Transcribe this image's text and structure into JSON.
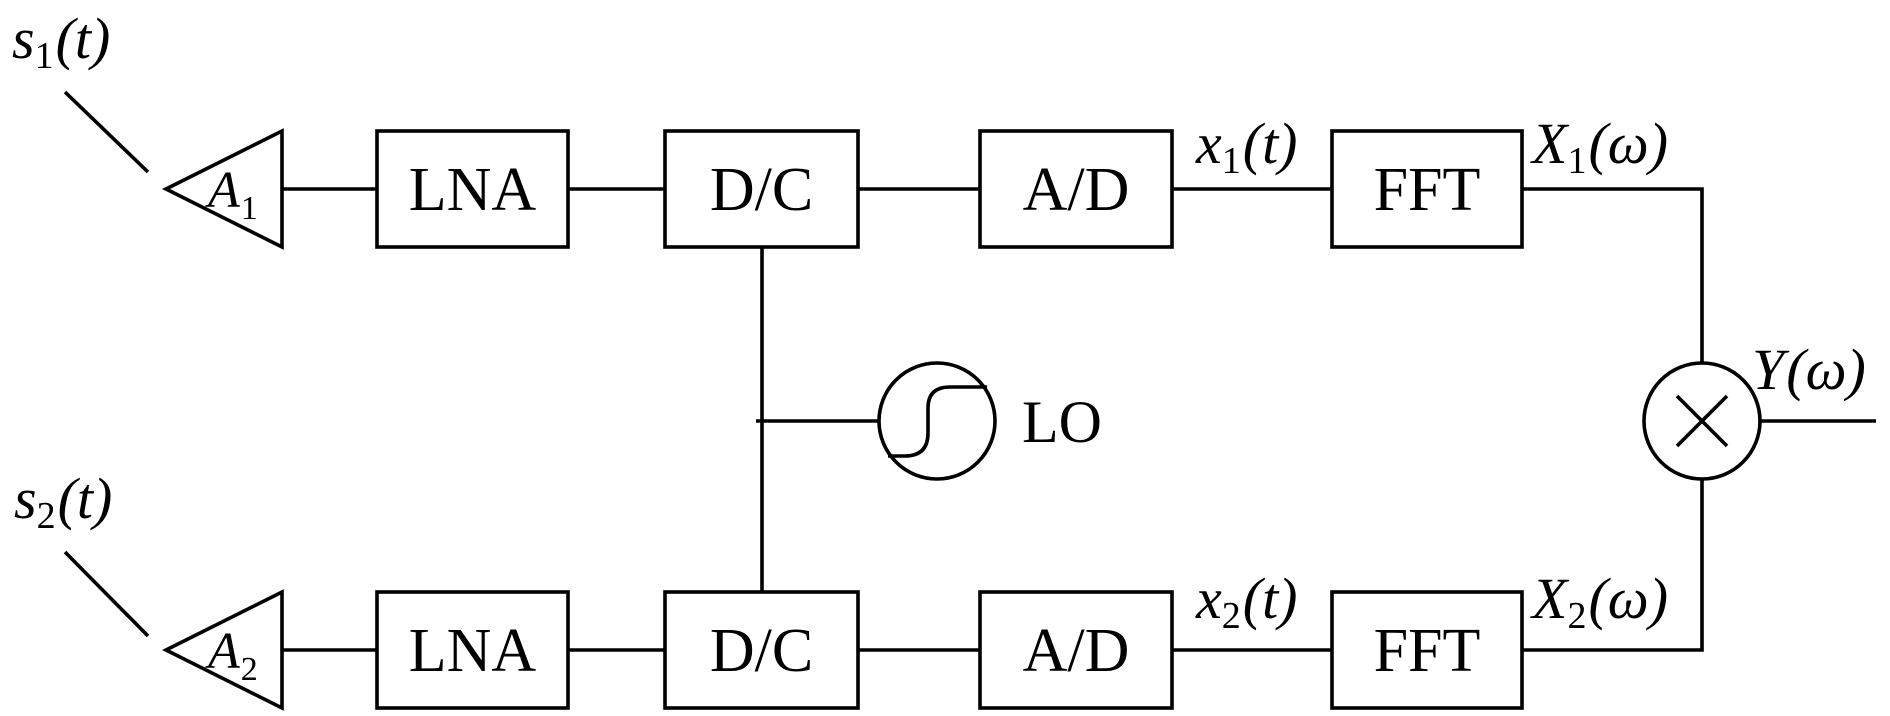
{
  "signals": {
    "s1": {
      "base": "s",
      "sub": "1",
      "arg": "(t)"
    },
    "s2": {
      "base": "s",
      "sub": "2",
      "arg": "(t)"
    },
    "x1": {
      "base": "x",
      "sub": "1",
      "arg": "(t)"
    },
    "x2": {
      "base": "x",
      "sub": "2",
      "arg": "(t)"
    },
    "X1": {
      "base": "X",
      "sub": "1",
      "arg": "(ω)"
    },
    "X2": {
      "base": "X",
      "sub": "2",
      "arg": "(ω)"
    },
    "Y": {
      "base": "Y",
      "arg": "(ω)"
    }
  },
  "antennas": {
    "top": {
      "base": "A",
      "sub": "1"
    },
    "bottom": {
      "base": "A",
      "sub": "2"
    }
  },
  "blocks": {
    "lna_top": "LNA",
    "lna_bottom": "LNA",
    "dc_top": "D/C",
    "dc_bottom": "D/C",
    "ad_top": "A/D",
    "ad_bottom": "A/D",
    "fft_top": "FFT",
    "fft_bottom": "FFT"
  },
  "oscillator": {
    "label": "LO"
  },
  "combiner": {
    "icon": "multiply-icon"
  }
}
